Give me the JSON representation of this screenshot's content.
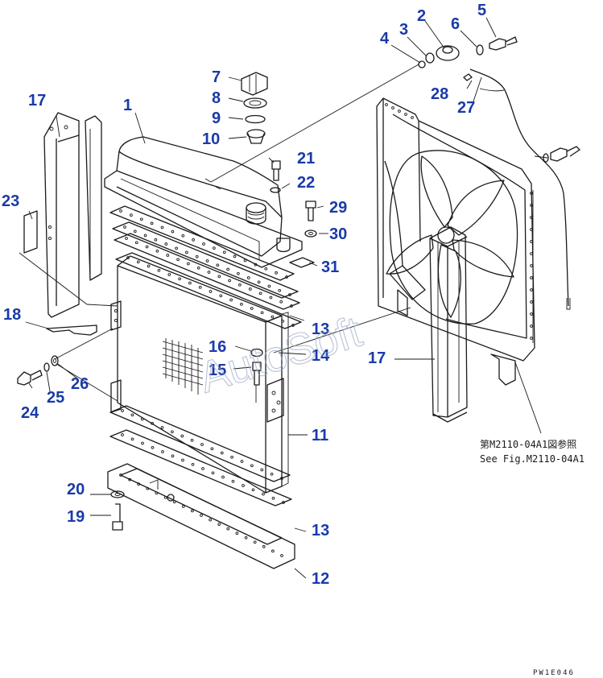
{
  "callouts": [
    "1",
    "2",
    "3",
    "4",
    "5",
    "6",
    "7",
    "8",
    "9",
    "10",
    "11",
    "12",
    "13",
    "13",
    "14",
    "15",
    "16",
    "17",
    "17",
    "18",
    "19",
    "20",
    "21",
    "22",
    "23",
    "24",
    "25",
    "26",
    "27",
    "28",
    "29",
    "30",
    "31"
  ],
  "note": {
    "line1": "第M2110-04A1図参照",
    "line2": "See Fig.M2110-04A1"
  },
  "watermark": "AutoSoft",
  "drawing_code": "PW1E046",
  "colors": {
    "callout": "#1a3aa8",
    "line": "#1a1a1a",
    "watermark": "#9aa8c8"
  }
}
